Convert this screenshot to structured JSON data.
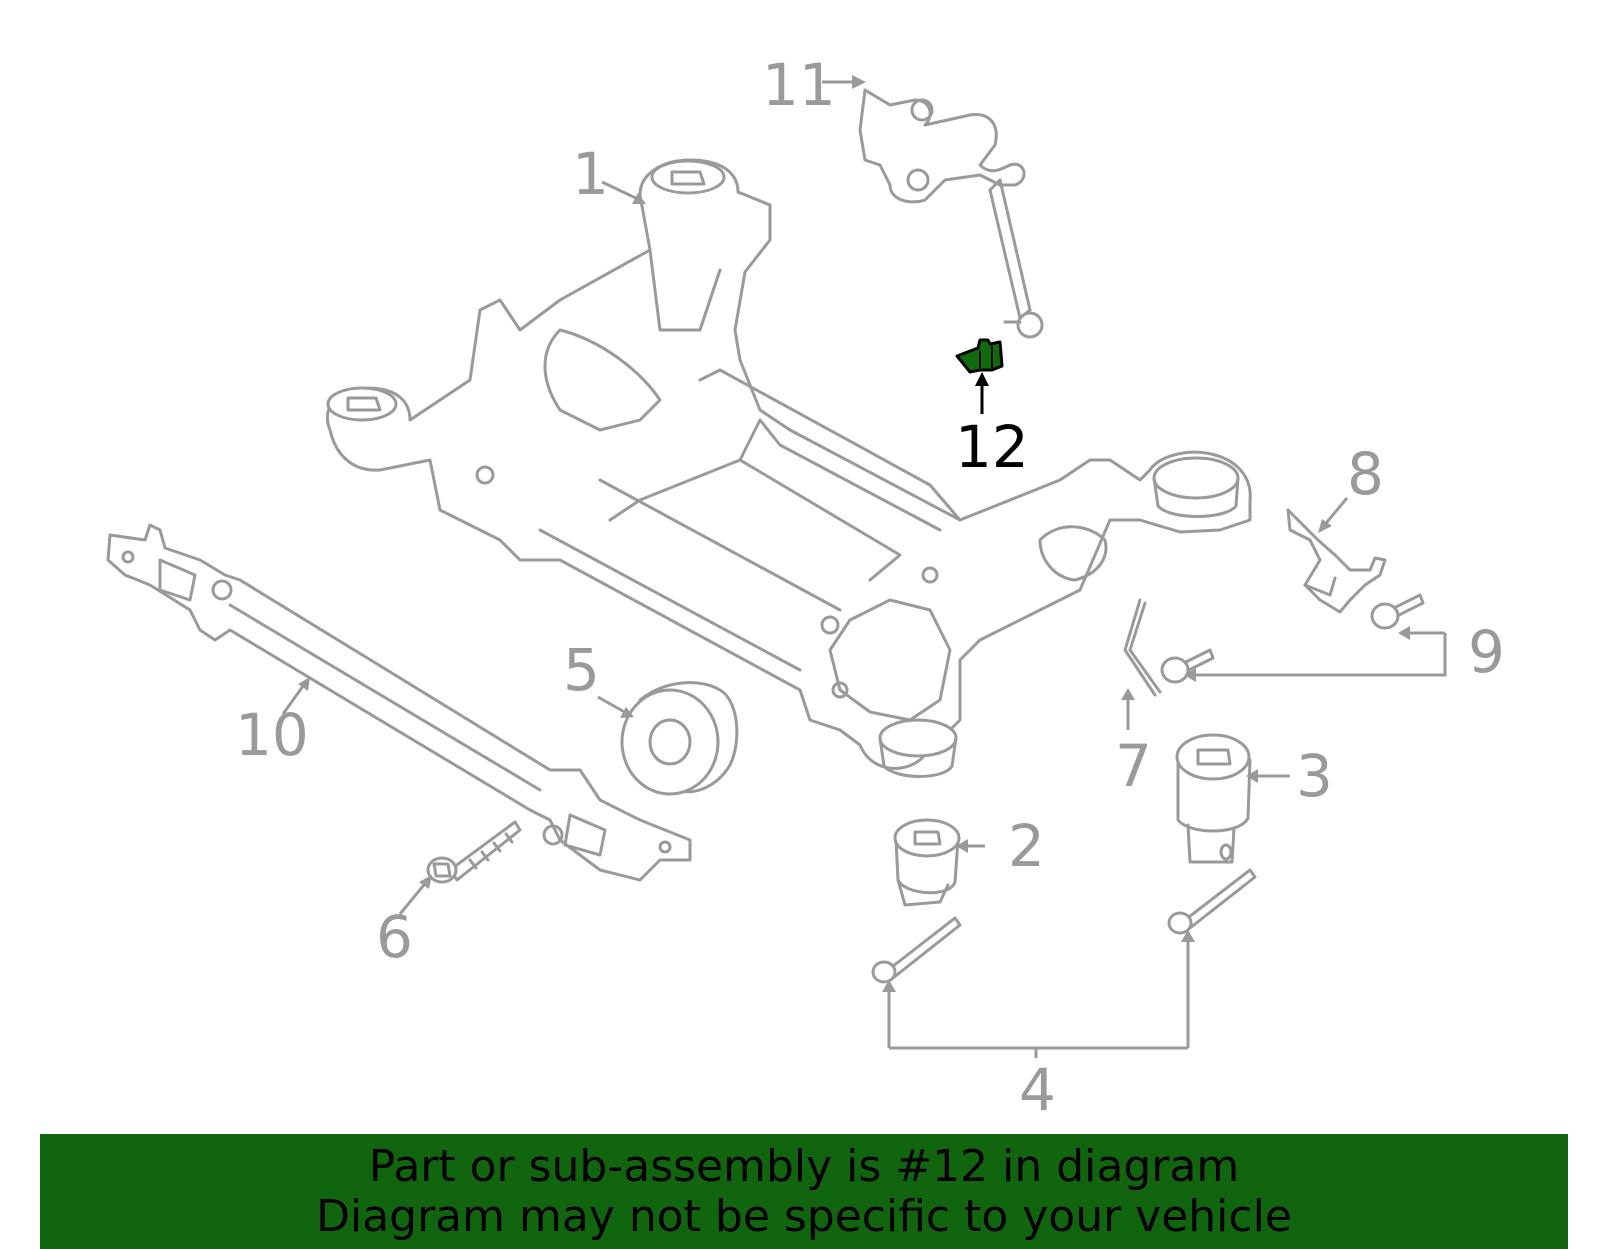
{
  "callouts": {
    "c1": "1",
    "c2": "2",
    "c3": "3",
    "c4": "4",
    "c5": "5",
    "c6": "6",
    "c7": "7",
    "c8": "8",
    "c9": "9",
    "c10": "10",
    "c11": "11",
    "c12": "12"
  },
  "highlighted_part": "12",
  "colors": {
    "line_art": "#9a9a9a",
    "highlight": "#0f6b0c",
    "banner_bg": "#12650f",
    "banner_text": "#000000"
  },
  "banner": {
    "line1": "Part or sub-assembly is #12 in diagram",
    "line2": "Diagram may not be specific to your vehicle"
  }
}
